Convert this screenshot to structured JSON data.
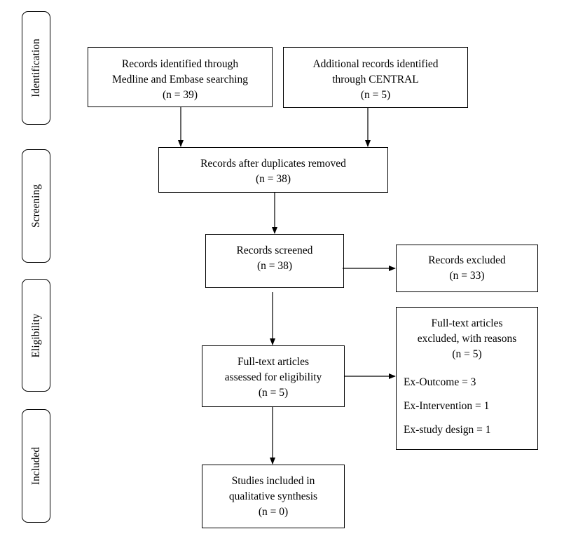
{
  "stages": {
    "identification": "Identification",
    "screening": "Screening",
    "eligibility": "Eligibility",
    "included": "Included"
  },
  "boxes": {
    "medline": {
      "lines": [
        "Records identified through",
        "Medline and Embase searching",
        "(n = 39)"
      ]
    },
    "central": {
      "lines": [
        "Additional records identified",
        "through CENTRAL",
        "(n = 5)"
      ]
    },
    "duplicates": {
      "lines": [
        "Records after duplicates removed",
        "(n = 38)"
      ]
    },
    "screened": {
      "lines": [
        "Records screened",
        "(n = 38)"
      ]
    },
    "excluded": {
      "lines": [
        "Records excluded",
        "(n = 33)"
      ]
    },
    "fulltext": {
      "lines": [
        "Full-text articles",
        "assessed for eligibility",
        "(n = 5)"
      ]
    },
    "fulltext_excluded": {
      "lines": [
        "Full-text articles",
        "excluded, with reasons",
        "(n = 5)"
      ],
      "reasons": [
        "Ex-Outcome = 3",
        "Ex-Intervention = 1",
        "Ex-study design = 1"
      ]
    },
    "included": {
      "lines": [
        "Studies included in",
        "qualitative synthesis",
        "(n = 0)"
      ]
    }
  }
}
